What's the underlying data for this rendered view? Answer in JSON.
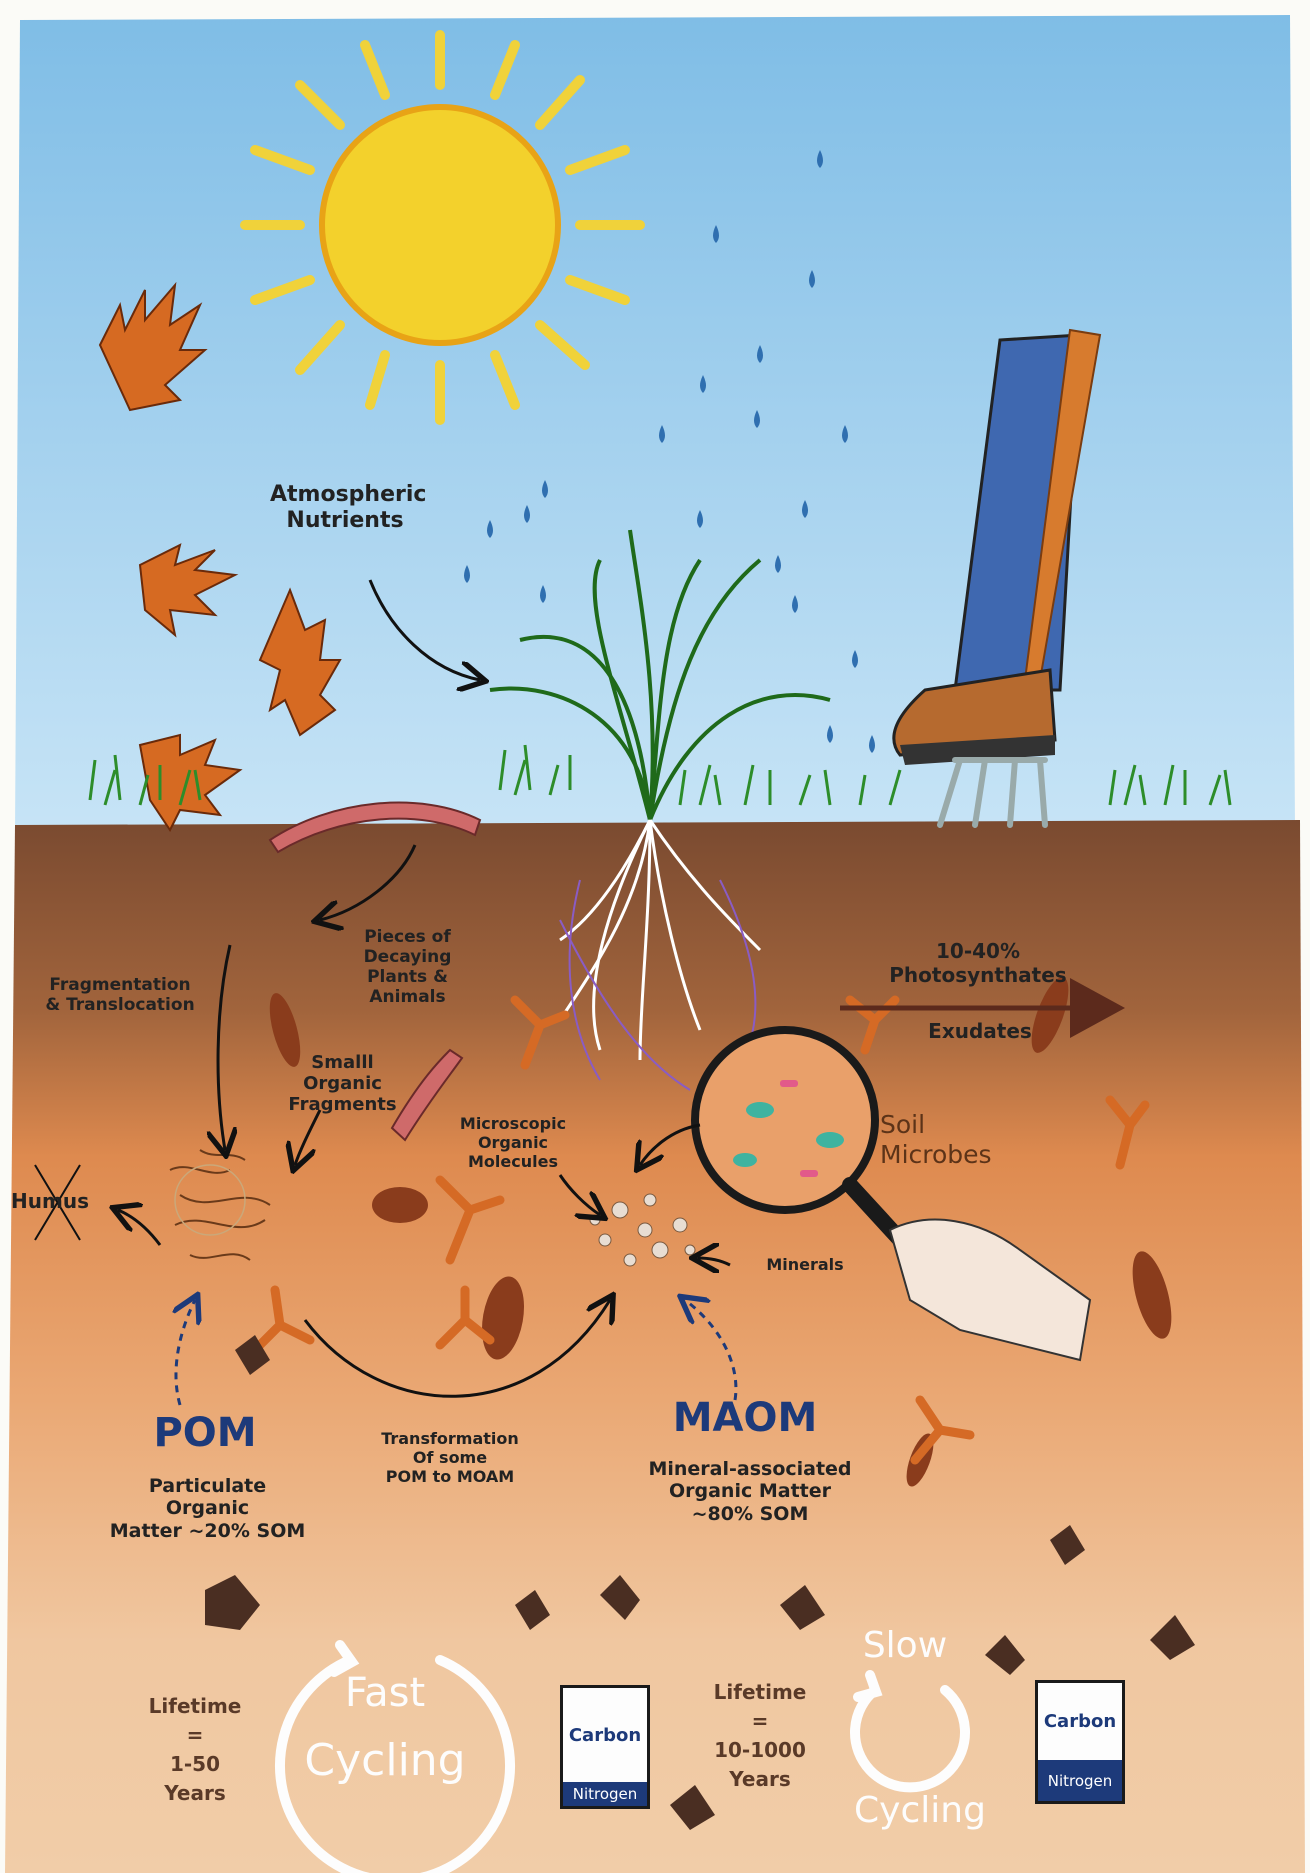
{
  "labels": {
    "atmospheric": "Atmospheric\nNutrients",
    "fragmentation": "Fragmentation\n& Translocation",
    "pieces": "Pieces of\nDecaying\nPlants &\nAnimals",
    "small_fragments": "Smalll\nOrganic\nFragments",
    "microscopic": "Microscopic\nOrganic\nMolecules",
    "soil_microbes": "Soil\nMicrobes",
    "photosynthates": "10-40%\nPhotosynthates",
    "exudates": "Exudates",
    "minerals": "Minerals",
    "humus": "Humus",
    "pom_title": "POM",
    "pom_desc": "Particulate\nOrganic\nMatter ~20% SOM",
    "transformation": "Transformation\nOf some\nPOM to MOAM",
    "maom_title": "MAOM",
    "maom_desc": "Mineral-associated\nOrganic Matter\n~80% SOM"
  },
  "fast": {
    "lifetime": "Lifetime\n=\n1-50\nYears",
    "cycle_top": "Fast",
    "cycle_bottom": "Cycling",
    "box_top": "Carbon",
    "box_bottom": "Nitrogen"
  },
  "slow": {
    "lifetime": "Lifetime\n=\n10-1000\nYears",
    "cycle_top": "Slow",
    "cycle_bottom": "Cycling",
    "box_top": "Carbon",
    "box_bottom": "Nitrogen"
  },
  "colors": {
    "sky": "#a9d3ee",
    "sun": "#f2cf2a",
    "topsoil": "#8a5a3a",
    "subsoil": "#e0915a",
    "deepsoil": "#f0c9a3",
    "title_blue": "#1d3a7a"
  }
}
